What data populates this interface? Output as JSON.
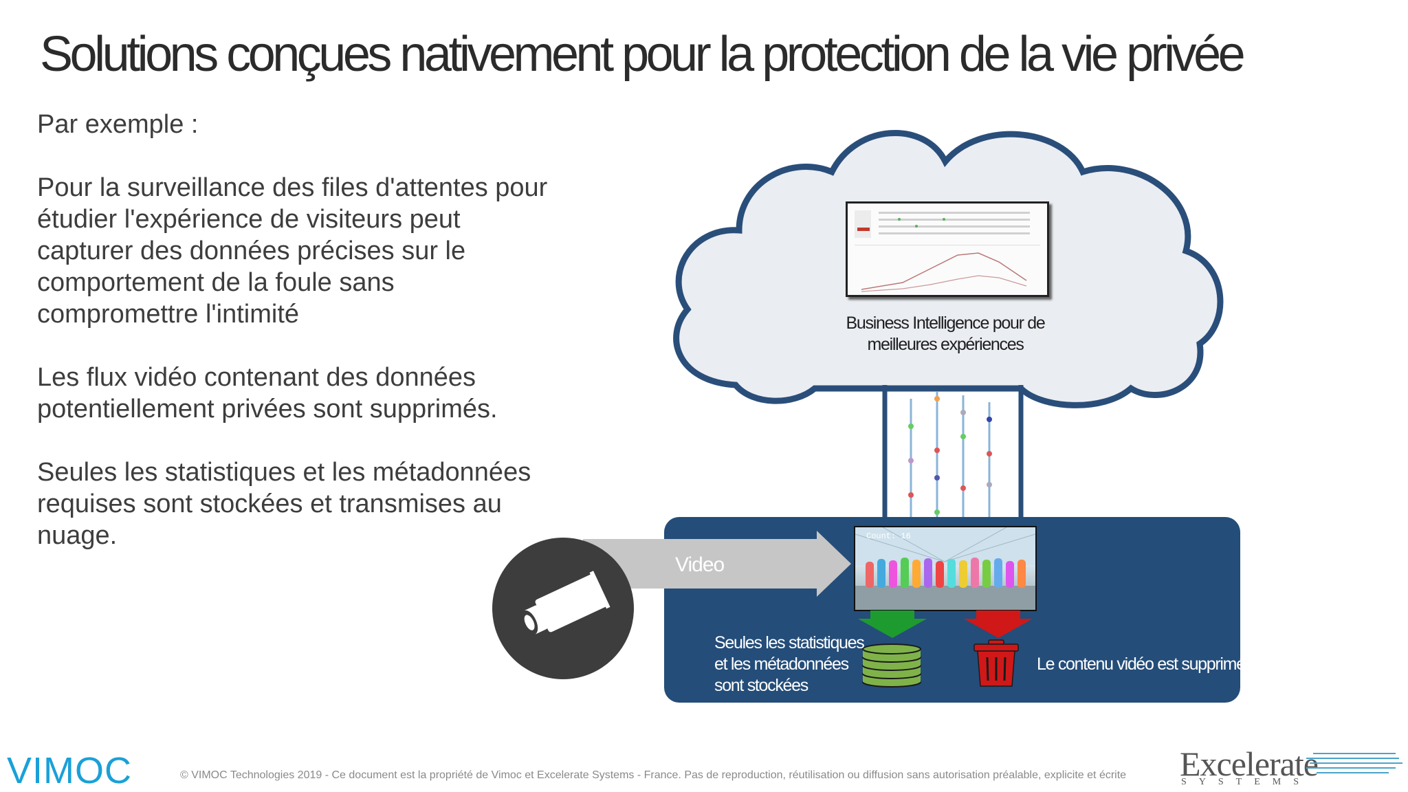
{
  "title": "Solutions conçues nativement pour la protection de la vie privée",
  "body": {
    "intro": "Par exemple :",
    "paragraphs": [
      "Pour la surveillance des files d'attentes pour étudier l'expérience de visiteurs peut capturer des données précises sur le comportement de la foule sans compromettre l'intimité",
      "Les flux vidéo contenant des données potentiellement privées sont supprimés.",
      "Seules les statistiques et les métadonnées requises sont stockées et transmises au nuage."
    ]
  },
  "diagram": {
    "cloud_caption_line1": "Business Intelligence  pour de",
    "cloud_caption_line2": "meilleures expériences",
    "video_label": "Video",
    "frame_count": "Count: 16",
    "stored_line1": "Seules les statistiques",
    "stored_line2": "et les métadonnées",
    "stored_line3": "sont stockées",
    "deleted_label": "Le contenu vidéo est supprimé",
    "colors": {
      "edge_box": "#244d79",
      "stored_arrow": "#1e9b2f",
      "deleted_arrow": "#d01818",
      "database": "#7fb34a"
    }
  },
  "footer": {
    "logo": "VIMOC",
    "copyright": "© VIMOC Technologies 2019 - Ce document est la propriété de Vimoc et Excelerate Systems - France. Pas de reproduction, réutilisation ou diffusion sans autorisation préalable, explicite et écrite",
    "partner_logo": "Excelerate",
    "partner_sub": "SYSTEMS"
  }
}
